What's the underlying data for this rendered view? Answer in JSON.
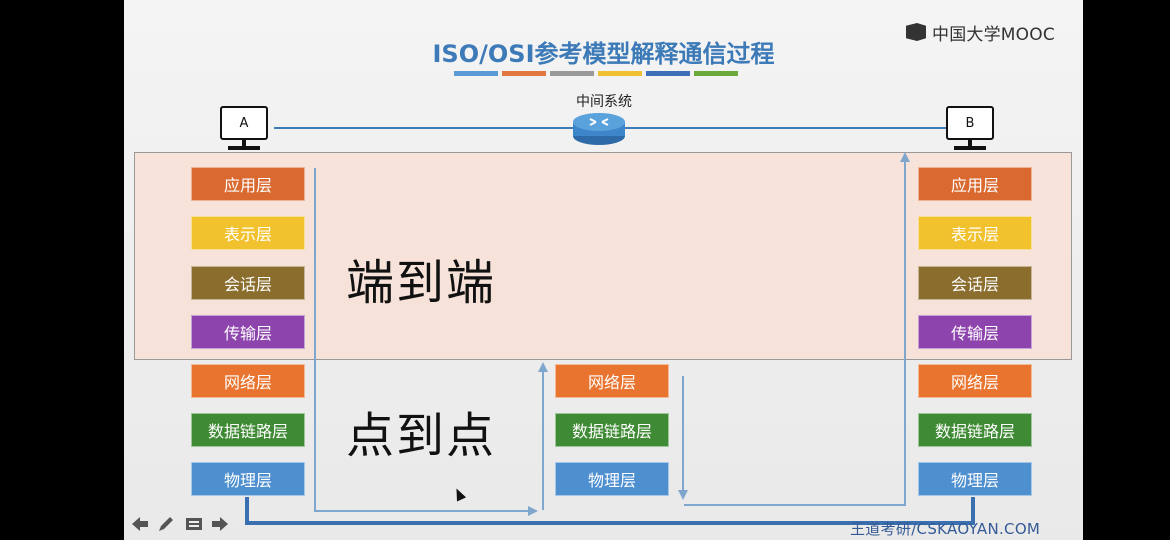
{
  "slide": {
    "title": "ISO/OSI参考模型解释通信过程",
    "brand": "中国大学MOOC",
    "footer": "王道考研/CSKAOYAN.COM",
    "middle_system_label": "中间系统",
    "host_a": "A",
    "host_b": "B",
    "end_to_end_label": "端到端",
    "point_to_point_label": "点到点",
    "stripe_colors": [
      "#5b9bd5",
      "#e07840",
      "#9a9a9a",
      "#f0c030",
      "#3d6fb8",
      "#6aaa3a"
    ],
    "left_stack": [
      "应用层",
      "表示层",
      "会话层",
      "传输层",
      "网络层",
      "数据链路层",
      "物理层"
    ],
    "right_stack": [
      "应用层",
      "表示层",
      "会话层",
      "传输层",
      "网络层",
      "数据链路层",
      "物理层"
    ],
    "middle_stack": [
      "网络层",
      "数据链路层",
      "物理层"
    ],
    "layer_colors": {
      "应用层": "#d9692f",
      "表示层": "#f2c12e",
      "会话层": "#8b6d2e",
      "传输层": "#8e44ad",
      "网络层": "#e9742f",
      "数据链路层": "#3f8a34",
      "物理层": "#4e8fd0"
    }
  },
  "toolbar": {
    "prev_icon": "arrow-left-icon",
    "pen_icon": "pen-icon",
    "menu_icon": "slides-icon",
    "next_icon": "arrow-right-icon"
  }
}
